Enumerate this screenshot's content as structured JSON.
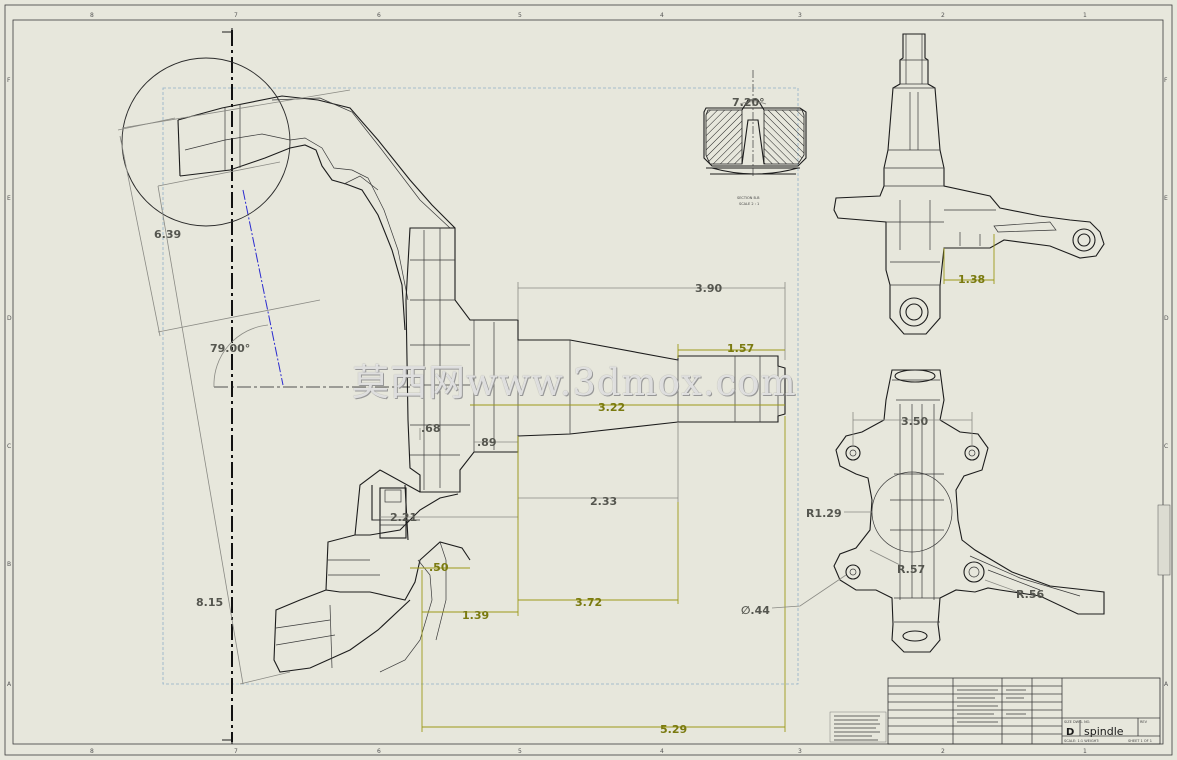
{
  "watermark": "莫西网www.3dmox.com",
  "dimensions": {
    "d_3_90": "3.90",
    "d_1_57": "1.57",
    "d_3_22": "3.22",
    "d_68": ".68",
    "d_89": ".89",
    "d_2_33": "2.33",
    "d_2_21": "2.21",
    "d_50": ".50",
    "d_1_39": "1.39",
    "d_3_72": "3.72",
    "d_5_29": "5.29",
    "d_6_39": "6.39",
    "d_8_15": "8.15",
    "angle_79": "79.00°",
    "angle_7_20": "7.20°",
    "d_1_38": "1.38",
    "d_3_50": "3.50",
    "r_1_29": "R1.29",
    "r_57": "R.57",
    "r_56": "R.56",
    "dia_44": "∅.44"
  },
  "section_view": {
    "line1": "SECTION B-B",
    "line2": "SCALE 2 : 1"
  },
  "title_block": {
    "size": "D",
    "title": "spindle",
    "size_label": "SIZE DWG. NO.",
    "rev_label": "REV",
    "scale_label": "SCALE: 1:1 WEIGHT:",
    "sheet_label": "SHEET 1 OF 1"
  },
  "zones": {
    "top": [
      "8",
      "7",
      "6",
      "5",
      "4",
      "3",
      "2",
      "1"
    ],
    "side": [
      "F",
      "E",
      "D",
      "C",
      "B",
      "A"
    ]
  },
  "colors": {
    "background": "#e7e7dc",
    "part": "#1c1c1c",
    "dimension": "#8a8a84",
    "driven_dimension": "#9c9a18",
    "centerline": "#2b2bd0"
  }
}
